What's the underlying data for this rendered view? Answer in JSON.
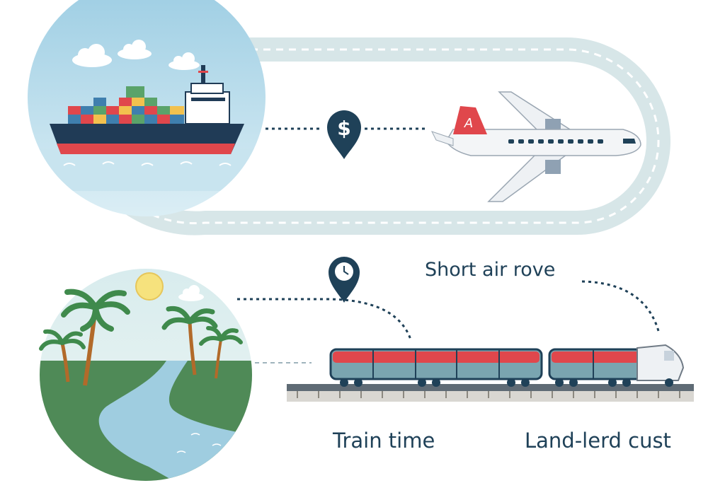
{
  "labels": {
    "short_air_route": "Short air rove",
    "train_time": "Train time",
    "land_cost": "Land-lerd cust"
  },
  "icons": {
    "cost_pin": "dollar-pin-icon",
    "time_pin": "clock-pin-icon",
    "airline_tail_letter": "A"
  },
  "colors": {
    "navy": "#1f4158",
    "red": "#e0474c",
    "route_band": "#d9e7ea",
    "sky": "#a9d3e6",
    "grass": "#4f8a57",
    "river": "#9fcde0",
    "sun": "#f6e27d"
  }
}
